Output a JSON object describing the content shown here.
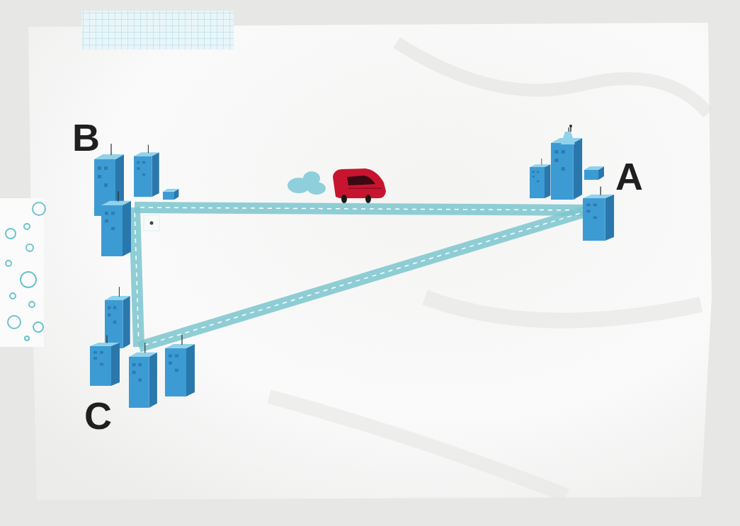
{
  "diagram": {
    "nodes": [
      {
        "text": [
          "B"
        ]
      },
      {
        "text": [
          "A"
        ]
      },
      {
        "text": [
          "C"
        ]
      }
    ],
    "edges": [
      {
        "from": 0,
        "to": 1,
        "arrow": "none"
      },
      {
        "from": 0,
        "to": 2,
        "arrow": "none"
      },
      {
        "from": 2,
        "to": 1,
        "arrow": "none"
      }
    ]
  }
}
